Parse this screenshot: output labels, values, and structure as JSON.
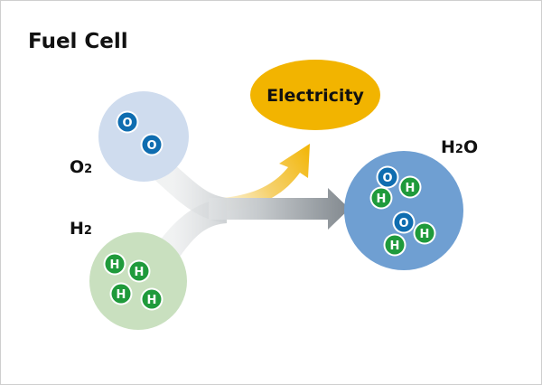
{
  "title": "Fuel Cell",
  "o2": {
    "label": "O",
    "sub": "2",
    "atoms": [
      "O",
      "O"
    ]
  },
  "h2": {
    "label": "H",
    "sub": "2",
    "atoms": [
      "H",
      "H",
      "H",
      "H"
    ]
  },
  "electricity": {
    "label": "Electricity"
  },
  "h2o": {
    "label_h": "H",
    "label_sub": "2",
    "label_o": "O",
    "molecules": [
      {
        "o": "O",
        "h1": "H",
        "h2": "H"
      },
      {
        "o": "O",
        "h1": "H",
        "h2": "H"
      }
    ]
  },
  "colors": {
    "oxygen_circle": "#cfdcee",
    "oxygen_atom": "#0f6db0",
    "hydrogen_circle": "#c9e0bf",
    "hydrogen_atom": "#1f9a3b",
    "water_circle": "#6f9fd2",
    "electricity": "#f2b400",
    "arrow_gray": "#8a9096"
  }
}
